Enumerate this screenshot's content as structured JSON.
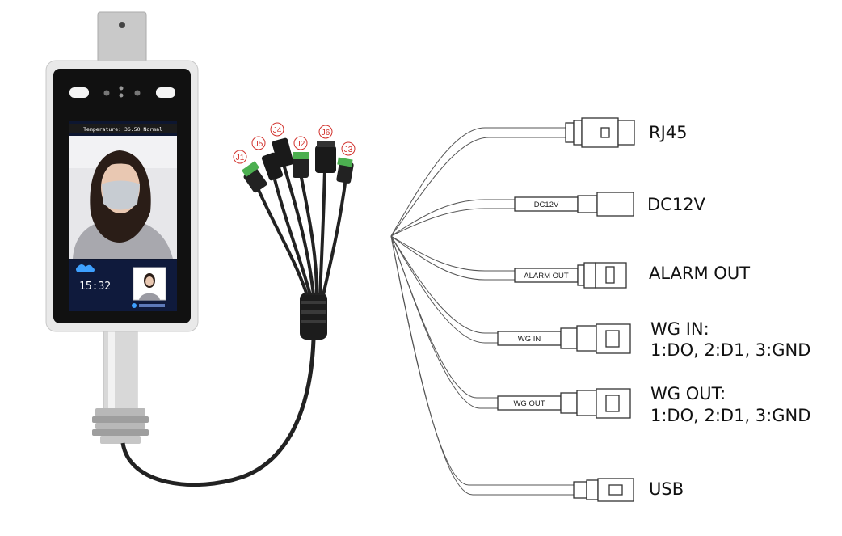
{
  "device": {
    "temperature_banner": "Temperature: 36.50  Normal",
    "clock": "15:32"
  },
  "junctions": [
    "J1",
    "J5",
    "J4",
    "J2",
    "J6",
    "J3"
  ],
  "connectors": [
    {
      "id": "rj45",
      "label": "RJ45",
      "tag": ""
    },
    {
      "id": "dc12v",
      "label": "DC12V",
      "tag": "DC12V"
    },
    {
      "id": "alarm-out",
      "label": "ALARM OUT",
      "tag": "ALARM OUT"
    },
    {
      "id": "wg-in",
      "label": "WG IN:",
      "sublabel": "1:DO, 2:D1, 3:GND",
      "tag": "WG IN"
    },
    {
      "id": "wg-out",
      "label": "WG OUT:",
      "sublabel": "1:DO, 2:D1, 3:GND",
      "tag": "WG OUT"
    },
    {
      "id": "usb",
      "label": "USB",
      "tag": ""
    }
  ],
  "colors": {
    "device_frame": "#e9e9e9",
    "bezel": "#111111",
    "cable": "#222222",
    "junction_label": "#d2322d",
    "connector_green": "#4caf50"
  }
}
